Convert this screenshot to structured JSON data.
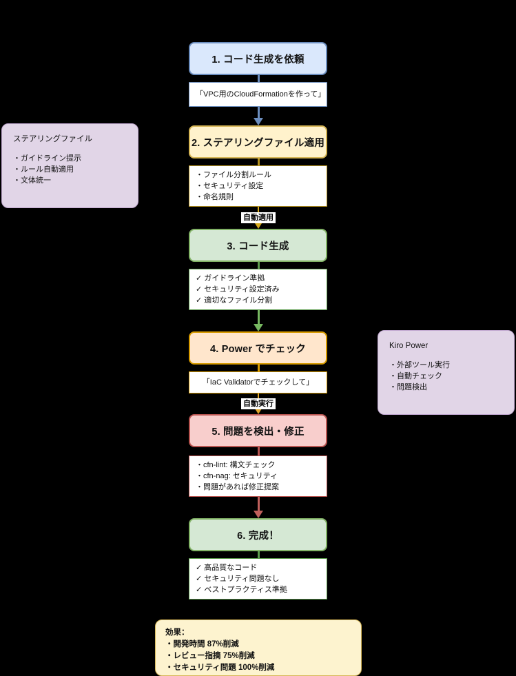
{
  "diagram": {
    "title": "Kiro code generation workflow",
    "colors": {
      "blue_fill": "#dae8fc",
      "blue_stroke": "#6c8ebf",
      "orange_fill": "#fff2cc",
      "orange_stroke": "#d6b656",
      "green_fill": "#d5e8d4",
      "green_stroke": "#82b366",
      "peach_fill": "#ffe6cc",
      "peach_stroke": "#d79b00",
      "pink_fill": "#f8cecc",
      "pink_stroke": "#b85450",
      "purple_fill": "#e1d5e7",
      "purple_stroke": "#9673a6",
      "background": "#000000"
    }
  },
  "steps": [
    {
      "id": "step1",
      "label": "1. コード生成を依頼"
    },
    {
      "id": "step2",
      "label": "2. ステアリングファイル適用"
    },
    {
      "id": "step3",
      "label": "3. コード生成"
    },
    {
      "id": "step4",
      "label": "4. Power でチェック"
    },
    {
      "id": "step5",
      "label": "5. 問題を検出・修正"
    },
    {
      "id": "step6",
      "label": "6. 完成！"
    }
  ],
  "notes": {
    "note1": {
      "lines": [
        "「VPC用のCloudFormationを作って」"
      ]
    },
    "note2": {
      "lines": [
        "・ファイル分割ルール",
        "・セキュリティ設定",
        "・命名規則"
      ]
    },
    "note3": {
      "lines": [
        "✓ ガイドライン準拠",
        "✓ セキュリティ設定済み",
        "✓ 適切なファイル分割"
      ]
    },
    "note4": {
      "lines": [
        "「IaC Validatorでチェックして」"
      ]
    },
    "note5": {
      "lines": [
        "・cfn-lint: 構文チェック",
        "・cfn-nag: セキュリティ",
        "・問題があれば修正提案"
      ]
    },
    "note6": {
      "lines": [
        "✓ 高品質なコード",
        "✓ セキュリティ問題なし",
        "✓ ベストプラクティス準拠"
      ]
    }
  },
  "edge_labels": {
    "auto_apply": "自動適用",
    "auto_run": "自動実行"
  },
  "side_panels": {
    "steering": {
      "title": "ステアリングファイル",
      "lines": [
        "・ガイドライン提示",
        "・ルール自動適用",
        "・文体統一"
      ]
    },
    "kiro_power": {
      "title": "Kiro Power",
      "lines": [
        "・外部ツール実行",
        "・自動チェック",
        "・問題検出"
      ]
    }
  },
  "summary": {
    "heading": "効果：",
    "lines": [
      "・開発時間 87%削減",
      "・レビュー指摘 75%削減",
      "・セキュリティ問題 100%削減"
    ]
  }
}
